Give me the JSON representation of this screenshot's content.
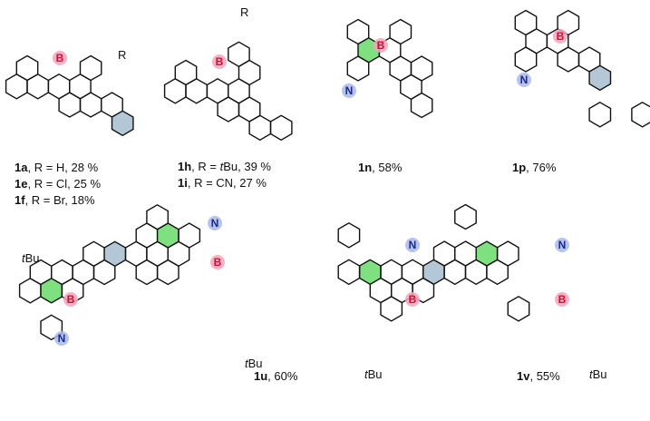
{
  "colors": {
    "bond": "#111111",
    "boron_ring": "#7ee07e",
    "boron_atom": "#f5a3c0",
    "nitrogen_atom": "#a9b9ee",
    "core_ring": "#b3c7d6",
    "B_text": "#d0102a",
    "N_text": "#1a2a8a"
  },
  "atoms": {
    "B": "B",
    "N": "N",
    "R": "R",
    "tBu_t": "t",
    "tBu_rest": "Bu"
  },
  "compounds": {
    "c1a": {
      "lines": [
        {
          "id": "1a",
          "text": ", R = H, 28 %"
        },
        {
          "id": "1e",
          "text": ", R = Cl, 25 %"
        },
        {
          "id": "1f",
          "text": ", R = Br, 18%"
        }
      ]
    },
    "c1h": {
      "lines": [
        {
          "id": "1h",
          "text_a": ", R = ",
          "t": "t",
          "text_b": "Bu, 39 %"
        },
        {
          "id": "1i",
          "text": ", R = CN, 27 %"
        }
      ]
    },
    "c1n": {
      "id": "1n",
      "text": ", 58%"
    },
    "c1p": {
      "id": "1p",
      "text": ", 76%"
    },
    "c1u": {
      "id": "1u",
      "text": ", 60%"
    },
    "c1v": {
      "id": "1v",
      "text": ", 55%"
    }
  }
}
